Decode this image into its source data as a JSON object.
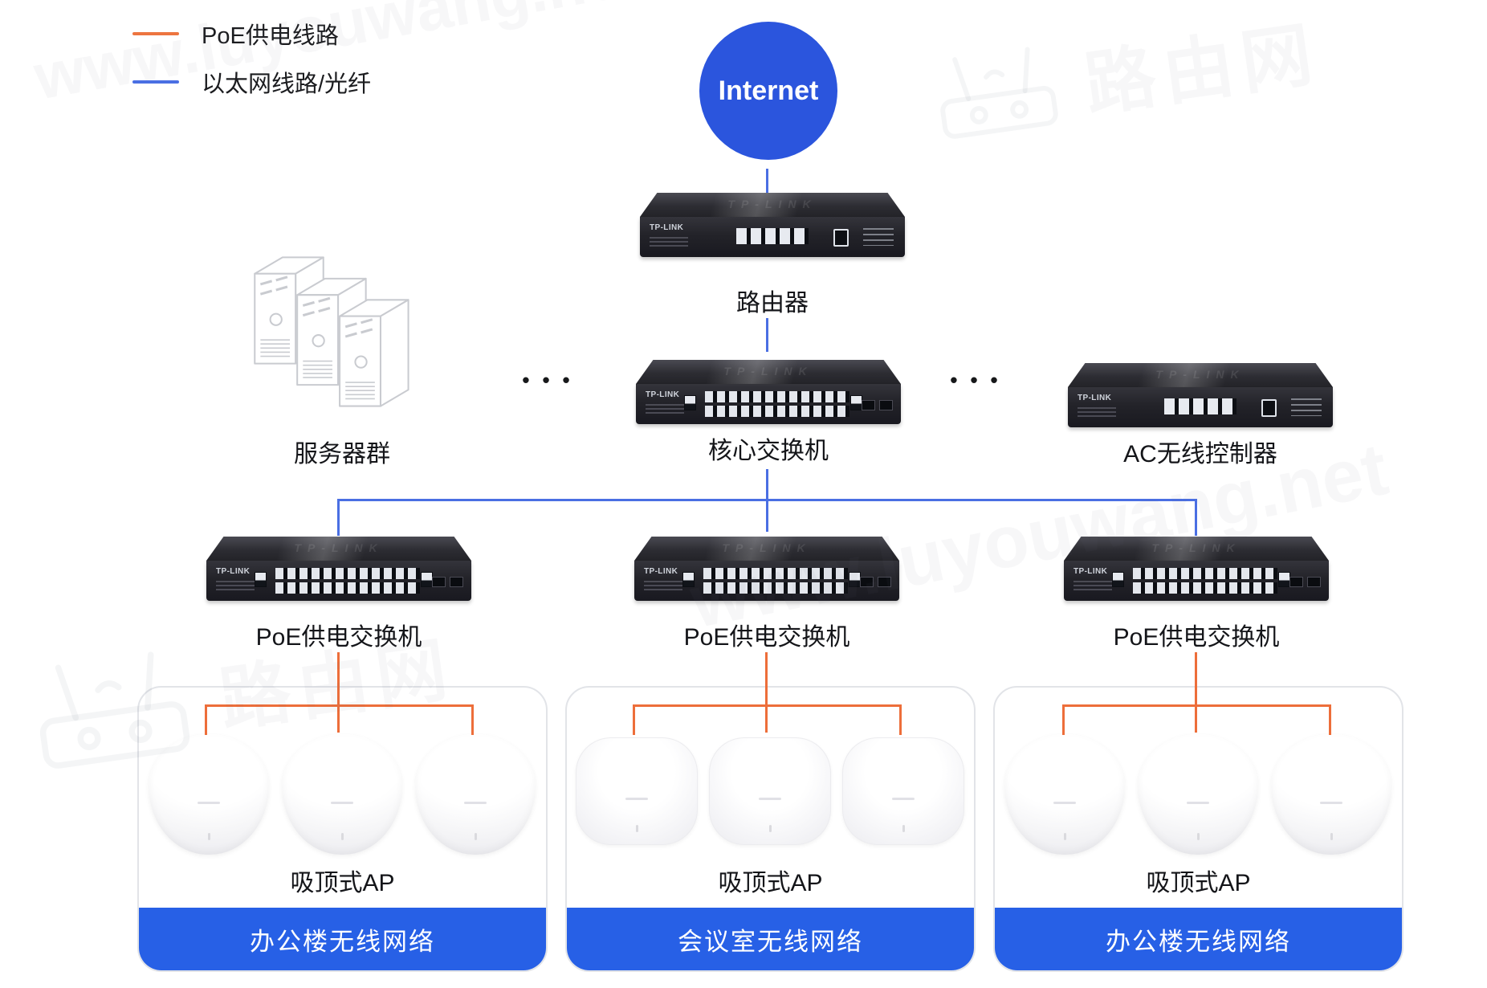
{
  "legend": {
    "items": [
      {
        "id": "poe",
        "label": "PoE供电线路",
        "color": "#ed7540"
      },
      {
        "id": "ethernet",
        "label": "以太网线路/光纤",
        "color": "#4a6fe3"
      }
    ]
  },
  "topology": {
    "internet_label": "Internet",
    "router_label": "路由器",
    "core_switch_label": "核心交换机",
    "server_group_label": "服务器群",
    "ac_controller_label": "AC无线控制器",
    "device_brand": "TP-LINK",
    "ellipsis": "•••"
  },
  "branches": [
    {
      "switch_label": "PoE供电交换机",
      "ap_label": "吸顶式AP",
      "zone_label": "办公楼无线网络"
    },
    {
      "switch_label": "PoE供电交换机",
      "ap_label": "吸顶式AP",
      "zone_label": "会议室无线网络"
    },
    {
      "switch_label": "PoE供电交换机",
      "ap_label": "吸顶式AP",
      "zone_label": "办公楼无线网络"
    }
  ],
  "watermarks": {
    "site": "www.luyouwang.net",
    "brand": "路由网"
  },
  "colors": {
    "line_blue": "#4a6fe3",
    "line_orange": "#ed6e3a",
    "internet_blue": "#2b55dd",
    "zone_bar_blue": "#2760e6"
  }
}
